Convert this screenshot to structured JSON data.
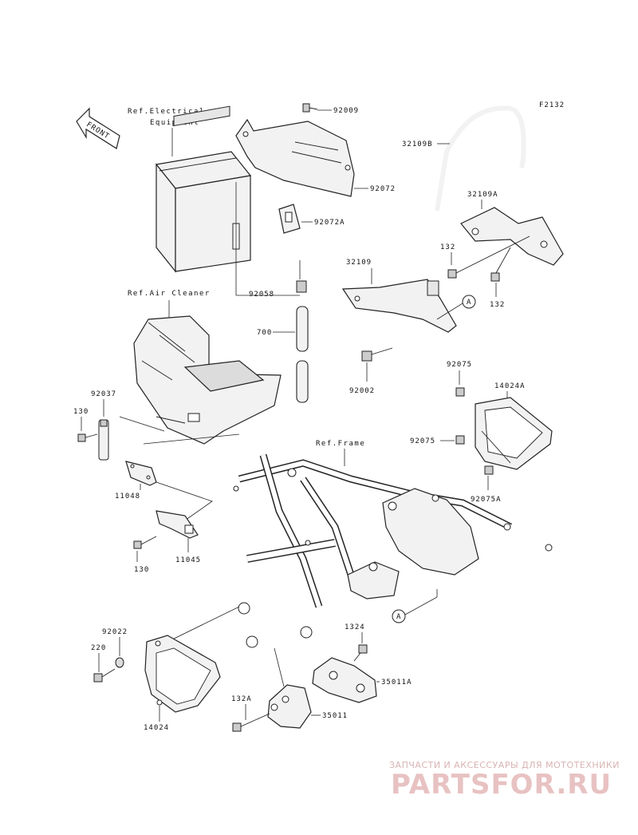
{
  "code": "F2132",
  "front_label": "FRONT",
  "refs": {
    "electrical_line1": "Ref.Electrical",
    "electrical_line2": "Equipment",
    "air_cleaner": "Ref.Air Cleaner",
    "frame": "Ref.Frame"
  },
  "labels": {
    "p92009": "92009",
    "p92072": "92072",
    "p92072A": "92072A",
    "p92058": "92058",
    "p700": "700",
    "p32109B": "32109B",
    "p32109A": "32109A",
    "p132a": "132",
    "p132b": "132",
    "p32109": "32109",
    "p92002": "92002",
    "p92075a": "92075",
    "p14024A": "14024A",
    "p92075b": "92075",
    "p92075A": "92075A",
    "p92037": "92037",
    "p130a": "130",
    "p11048": "11048",
    "p130b": "130",
    "p11045": "11045",
    "p92022": "92022",
    "p220": "220",
    "p14024": "14024",
    "p1324": "1324",
    "p35011A": "35011A",
    "p132A": "132A",
    "p35011": "35011",
    "markA1": "A",
    "markA2": "A"
  },
  "watermark": {
    "tagline": "ЗАПЧАСТИ И АКСЕССУАРЫ ДЛЯ МОТОТЕХНИКИ",
    "brand": "PARTSFOR.RU"
  }
}
